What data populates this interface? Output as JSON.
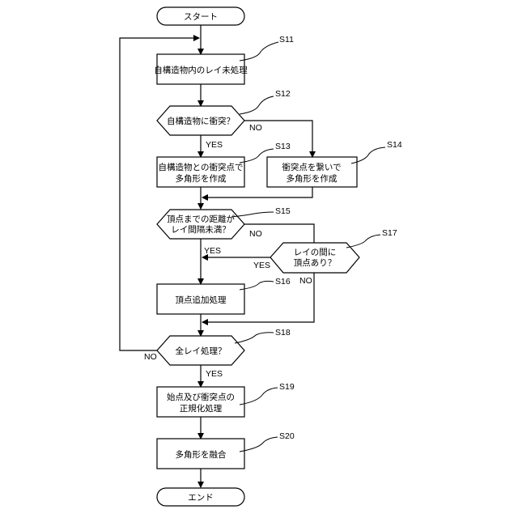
{
  "nodes": {
    "start": {
      "text": "スタート"
    },
    "s11": {
      "step": "S11",
      "text": "自構造物内のレイ未処理"
    },
    "s12": {
      "step": "S12",
      "text": "自構造物に衝突？"
    },
    "s13": {
      "step": "S13",
      "line1": "自構造物との衝突点で",
      "line2": "多角形を作成"
    },
    "s14": {
      "step": "S14",
      "line1": "衝突点を繋いで",
      "line2": "多角形を作成"
    },
    "s15": {
      "step": "S15",
      "line1": "頂点までの距離が",
      "line2": "レイ間隔未満？"
    },
    "s16": {
      "step": "S16",
      "text": "頂点追加処理"
    },
    "s17": {
      "step": "S17",
      "line1": "レイの間に",
      "line2": "頂点あり？"
    },
    "s18": {
      "step": "S18",
      "text": "全レイ処理？"
    },
    "s19": {
      "step": "S19",
      "line1": "始点及び衝突点の",
      "line2": "正規化処理"
    },
    "s20": {
      "step": "S20",
      "text": "多角形を融合"
    },
    "end": {
      "text": "エンド"
    }
  },
  "edge_labels": {
    "s12_no": "NO",
    "s12_yes": "YES",
    "s15_no": "NO",
    "s15_yes": "YES",
    "s17_yes": "YES",
    "s17_no": "NO",
    "s18_no": "NO",
    "s18_yes": "YES"
  }
}
